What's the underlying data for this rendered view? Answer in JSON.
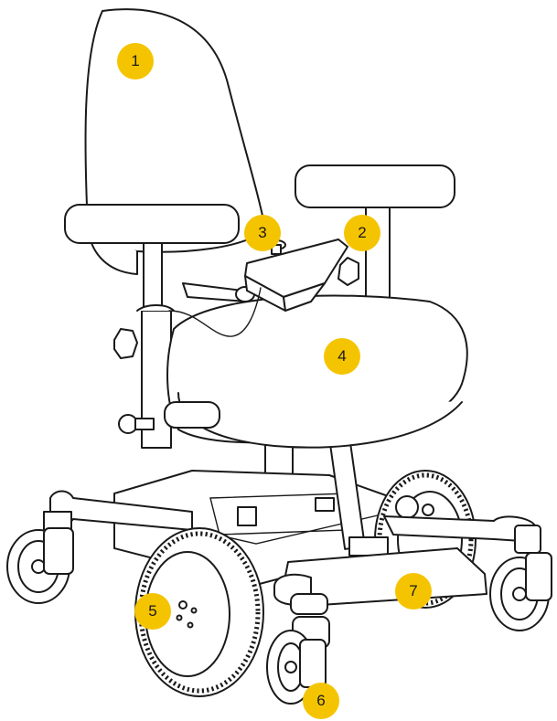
{
  "callout_color": "#f5c400",
  "line_color": "#1a1a1a",
  "callouts": [
    {
      "id": "1",
      "label": "1"
    },
    {
      "id": "2",
      "label": "2"
    },
    {
      "id": "3",
      "label": "3"
    },
    {
      "id": "4",
      "label": "4"
    },
    {
      "id": "5",
      "label": "5"
    },
    {
      "id": "6",
      "label": "6"
    },
    {
      "id": "7",
      "label": "7"
    }
  ]
}
